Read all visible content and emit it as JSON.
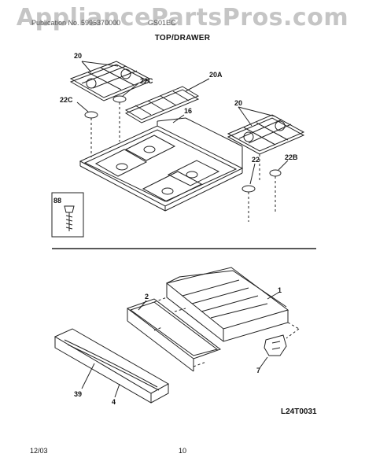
{
  "watermark": "AppliancePartsPros.com",
  "header": {
    "left": "Publication No. 5995370000",
    "right": "GS01EC"
  },
  "section_title": "TOP/DRAWER",
  "callouts": {
    "grate_left": "20",
    "cap_left_upper": "22C",
    "cap_left_lower": "22C",
    "center_grate": "20A",
    "cooktop": "16",
    "grate_right": "20",
    "cap_right_small": "22",
    "cap_right_b": "22B",
    "screw": "88",
    "drawer_body": "1",
    "drawer_front_panel": "2",
    "clip": "7",
    "handle": "39",
    "drawer_front": "4"
  },
  "diagram_code": "L24T0031",
  "footer": {
    "date": "12/03",
    "page": "10"
  }
}
